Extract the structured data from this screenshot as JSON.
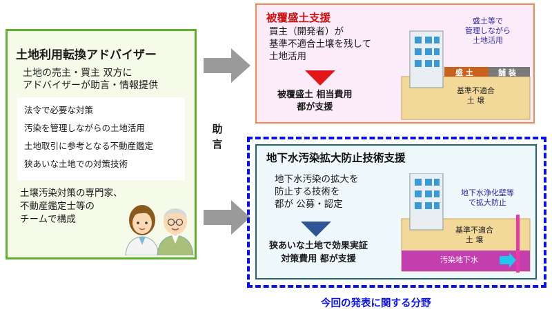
{
  "left": {
    "title": "土地利用転換アドバイザー",
    "desc_line1": "土地の売主・買主 双方に",
    "desc_line2": "アドバイザーが助言・情報提供",
    "list": [
      "法令で必要な対策",
      "汚染を管理しながらの土地活用",
      "土地取引に参考となる不動産鑑定",
      "狭あいな土地での対策技術"
    ],
    "team_line1": "土壌汚染対策の専門家、",
    "team_line2": "不動産鑑定士等の",
    "team_line3": "チームで構成"
  },
  "advice_label": [
    "助",
    "言"
  ],
  "top_right": {
    "title": "被覆盛土支援",
    "desc_line1": "買主（開発者）が",
    "desc_line2": "基準不適合土壌を残して",
    "desc_line3": "土地活用",
    "cost_line1": "被覆盛土 相当費用",
    "cost_line2": "都が支援",
    "note_line1": "盛土等で",
    "note_line2": "管理しながら",
    "note_line3": "土地活用",
    "label_fill": "盛 土",
    "label_paving": "舗 装",
    "soil_line1": "基準不適合",
    "soil_line2": "土 壌"
  },
  "bottom_right": {
    "title": "地下水汚染拡大防止技術支援",
    "desc_line1": "地下水汚染の拡大を",
    "desc_line2": "防止する技術を",
    "desc_line3": "都が 公募・認定",
    "support_line1": "狭あいな土地で効果実証",
    "support_line2": "対策費用 都が支援",
    "note_line1": "地下水浄化壁等",
    "note_line2": "で拡大防止",
    "soil_line1": "基準不適合",
    "soil_line2": "土 壌",
    "groundwater_label": "汚染地下水"
  },
  "caption": "今回の発表に関する分野",
  "colors": {
    "left_border": "#5fb030",
    "top_right_border": "#f08a50",
    "top_right_title": "#cc1111",
    "dash": "#0a10e8",
    "arrow_gray": "#9a9a9a",
    "triangle_red": "#e01818",
    "triangle_blue": "#2f5595"
  }
}
